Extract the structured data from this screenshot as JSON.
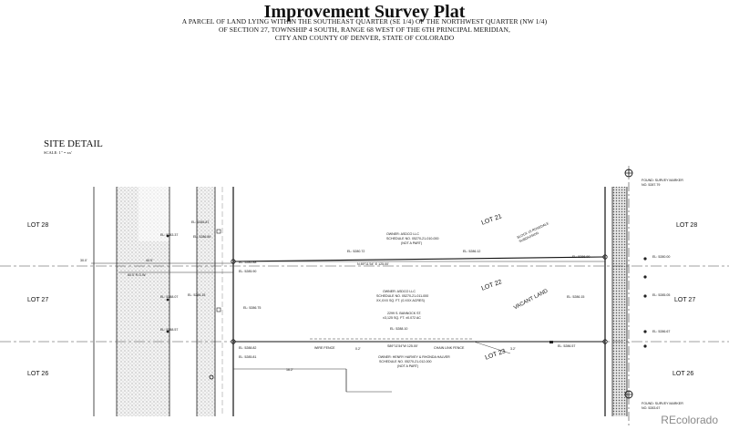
{
  "header": {
    "title": "Improvement Survey Plat",
    "line1": "A PARCEL OF LAND LYING WITHIN THE SOUTHEAST QUARTER (SE 1/4) OF THE NORTHWEST QUARTER (NW 1/4)",
    "line2": "OF SECTION 27, TOWNSHIP 4 SOUTH, RANGE 68 WEST OF THE 6TH PRINCIPAL MERIDIAN,",
    "line3": "CITY AND COUNTY OF DENVER, STATE OF COLORADO"
  },
  "detail": {
    "heading": "SITE DETAIL",
    "scale": "SCALE: 1\" = xx'"
  },
  "lots": {
    "left_top": "LOT 28",
    "left_mid": "LOT 27",
    "left_bot": "LOT 26",
    "right_top": "LOT 28",
    "right_mid": "LOT 27",
    "right_bot": "LOT 26",
    "center_top": "LOT 21",
    "center_mid": "LOT 22",
    "center_bot": "LOT 23"
  },
  "parcel": {
    "vacant": "VACANT LAND",
    "subdivision": "BLOCK 15 ROSEDALE SUBDIVISION",
    "north_bearing": "N 89°11'54\" E  125.00'",
    "south_bearing": "S89°11'54\"W  125.00'",
    "owner_main": "OWNER: ASDCO LLC",
    "schedule_main": "SCHEDULE NO. 05270-21-011-000",
    "area_main": "XX,XXX SQ. FT. (0.XXX ACRES)",
    "address": "2299 S. BANNOCK ST.",
    "area_alt": "±3,125 SQ. FT. ±0.072 AC",
    "owner_north": "OWNER: ASDCO LLC",
    "schedule_north": "SCHEDULE NO. 05270-21-010-000",
    "not_part_north": "(NOT A PART)",
    "owner_south": "OWNER: HENRY HARVEY & RHONDA HALVER",
    "schedule_south": "SCHEDULE NO. 05270-21-012-000",
    "not_part_south": "(NOT A PART)",
    "chain_link": "CHAIN LINK FENCE",
    "wire_fence": "WIRE FENCE"
  },
  "row": {
    "row_label": "60.0' R.O.W.",
    "dim_a": "30.0'",
    "dim_b": "40.0'",
    "dim_c": "16.2'",
    "dim_d": "3.2'",
    "dim_e": "0.2'"
  },
  "elevations": [
    "EL: 5280.72",
    "EL: 5286.12",
    "EL: 5286.90",
    "EL: 5285.88",
    "EL: 5285.90",
    "EL: 5286.75",
    "EL: 5288.10",
    "EL: 5286.57",
    "EL: 5286.15",
    "EL: 5288.82",
    "EL: 5285.81",
    "EL: 5285.87",
    "EL: 5286.89",
    "EL: 5283.37",
    "EL: 5288.07",
    "EL: 5286.15",
    "EL: 5288.57",
    "EL: 5280.00",
    "EL: 5285.05",
    "EL: 5286.67"
  ],
  "benchmarks": {
    "top": "FOUND: SURVEY MARKER",
    "top2": "NO. 5287.79",
    "bottom": "FOUND: SURVEY MARKER",
    "bottom2": "NO. 5283.67"
  },
  "watermark": "REcolorado"
}
